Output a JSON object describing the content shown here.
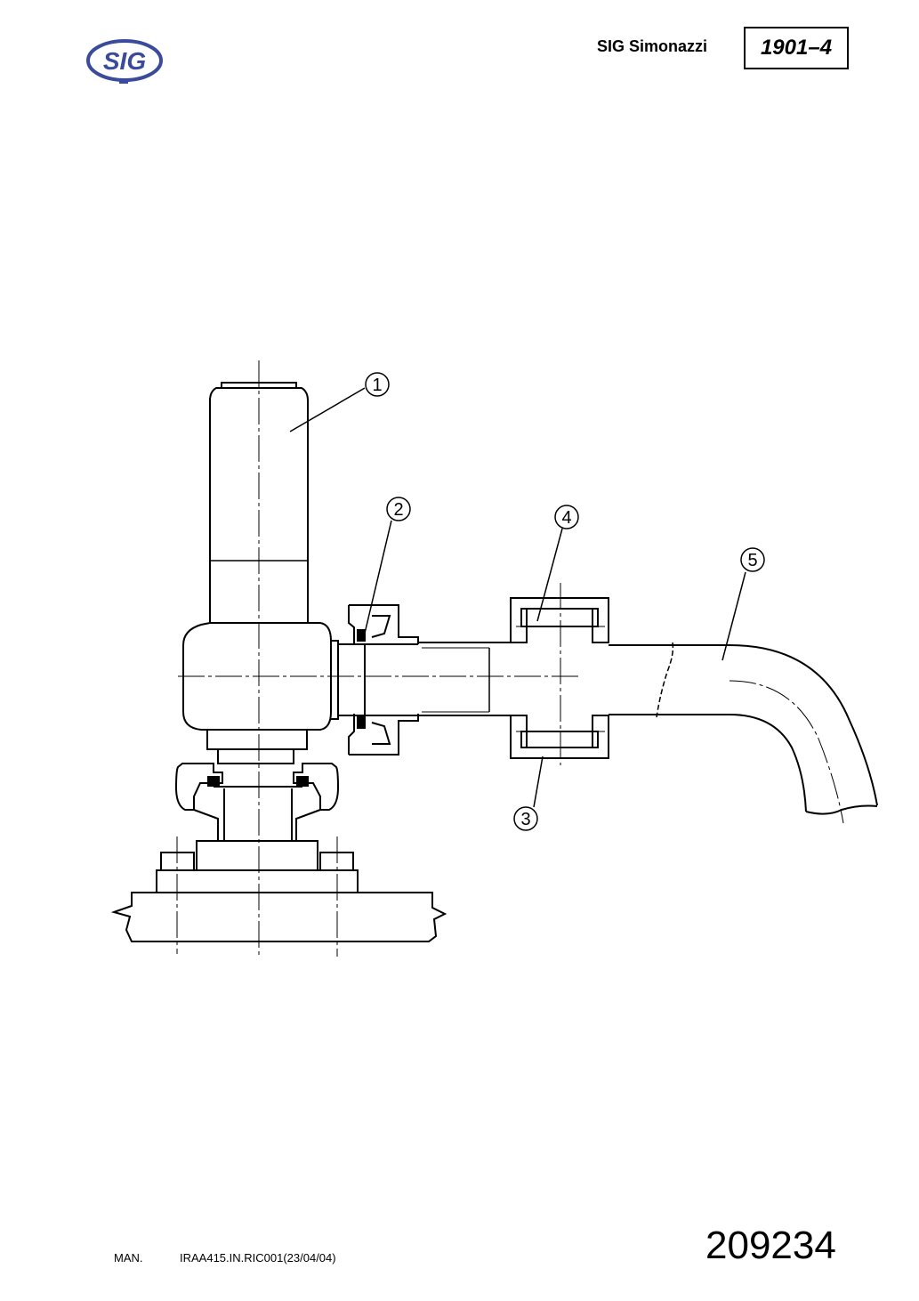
{
  "header": {
    "logo_text": "SIG",
    "company": "SIG Simonazzi",
    "doc_code": "1901–4"
  },
  "drawing": {
    "callouts": [
      "1",
      "2",
      "3",
      "4",
      "5"
    ]
  },
  "footer": {
    "man_label": "MAN.",
    "reference": "IRAA415.IN.RIC001(23/04/04)",
    "page_number": "209234"
  },
  "colors": {
    "logo_blue": "#3a4b9c",
    "line": "#000000"
  }
}
